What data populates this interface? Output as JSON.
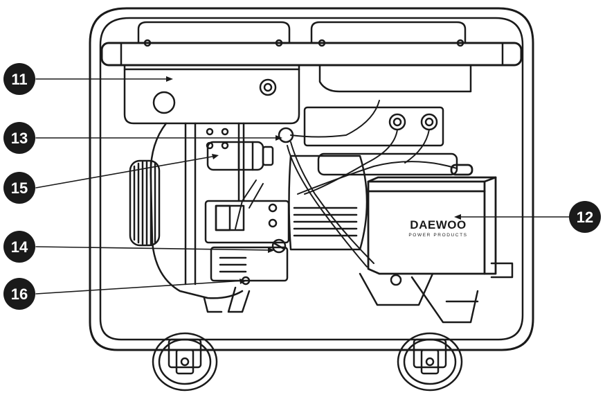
{
  "diagram": {
    "callouts": [
      {
        "id": "11",
        "label": "11"
      },
      {
        "id": "13",
        "label": "13"
      },
      {
        "id": "15",
        "label": "15"
      },
      {
        "id": "14",
        "label": "14"
      },
      {
        "id": "16",
        "label": "16"
      },
      {
        "id": "12",
        "label": "12"
      }
    ],
    "brand": {
      "name": "DAEWOO",
      "tagline": "POWER PRODUCTS"
    }
  },
  "colors": {
    "ink": "#1a1a1a",
    "callout_fill": "#1a1a1a",
    "callout_text": "#ffffff",
    "background": "#ffffff"
  }
}
